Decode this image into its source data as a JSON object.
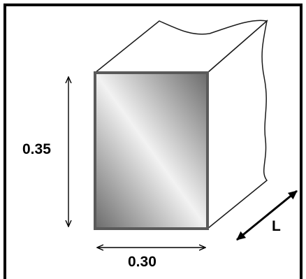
{
  "figure": {
    "labels": {
      "height": "0.35",
      "width": "0.30",
      "length": "L"
    },
    "colors": {
      "frame": "#000000",
      "outline": "#1a1a1a",
      "face_edge": "#5a5a5a",
      "face_dark": "#6b6b6b",
      "face_light": "#f2f2f2"
    }
  }
}
